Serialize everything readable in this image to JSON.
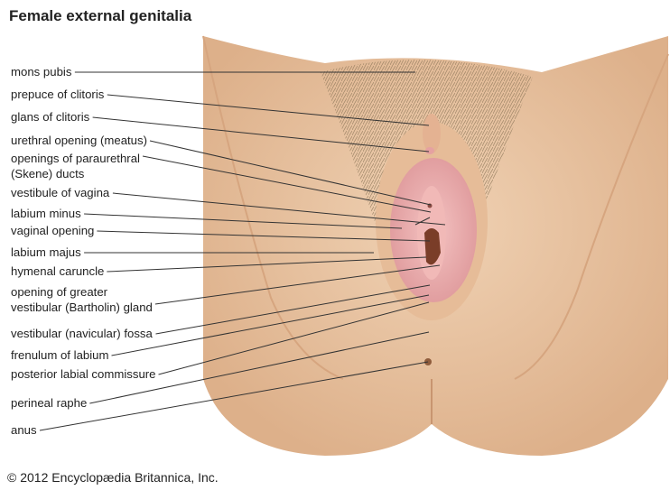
{
  "title": "Female external genitalia",
  "credit": "© 2012 Encyclopædia Britannica, Inc.",
  "labels": [
    {
      "lines": [
        "mons pubis"
      ]
    },
    {
      "lines": [
        "prepuce of clitoris"
      ]
    },
    {
      "lines": [
        "glans of clitoris"
      ]
    },
    {
      "lines": [
        "urethral opening (meatus)"
      ]
    },
    {
      "lines": [
        "openings of paraurethral",
        "(Skene) ducts"
      ]
    },
    {
      "lines": [
        "vestibule of vagina"
      ]
    },
    {
      "lines": [
        "labium minus"
      ]
    },
    {
      "lines": [
        "vaginal opening"
      ]
    },
    {
      "lines": [
        "labium majus"
      ]
    },
    {
      "lines": [
        "hymenal caruncle"
      ]
    },
    {
      "lines": [
        "opening of greater",
        "vestibular (Bartholin) gland"
      ]
    },
    {
      "lines": [
        "vestibular (navicular) fossa"
      ]
    },
    {
      "lines": [
        "frenulum of labium"
      ]
    },
    {
      "lines": [
        "posterior labial commissure"
      ]
    },
    {
      "lines": [
        "perineal raphe"
      ]
    },
    {
      "lines": [
        "anus"
      ]
    }
  ],
  "colors": {
    "skin": "#e9c3a0",
    "skin_shadow": "#d8a882",
    "mucosa": "#e8a6a8",
    "hair": "#8a7456"
  }
}
